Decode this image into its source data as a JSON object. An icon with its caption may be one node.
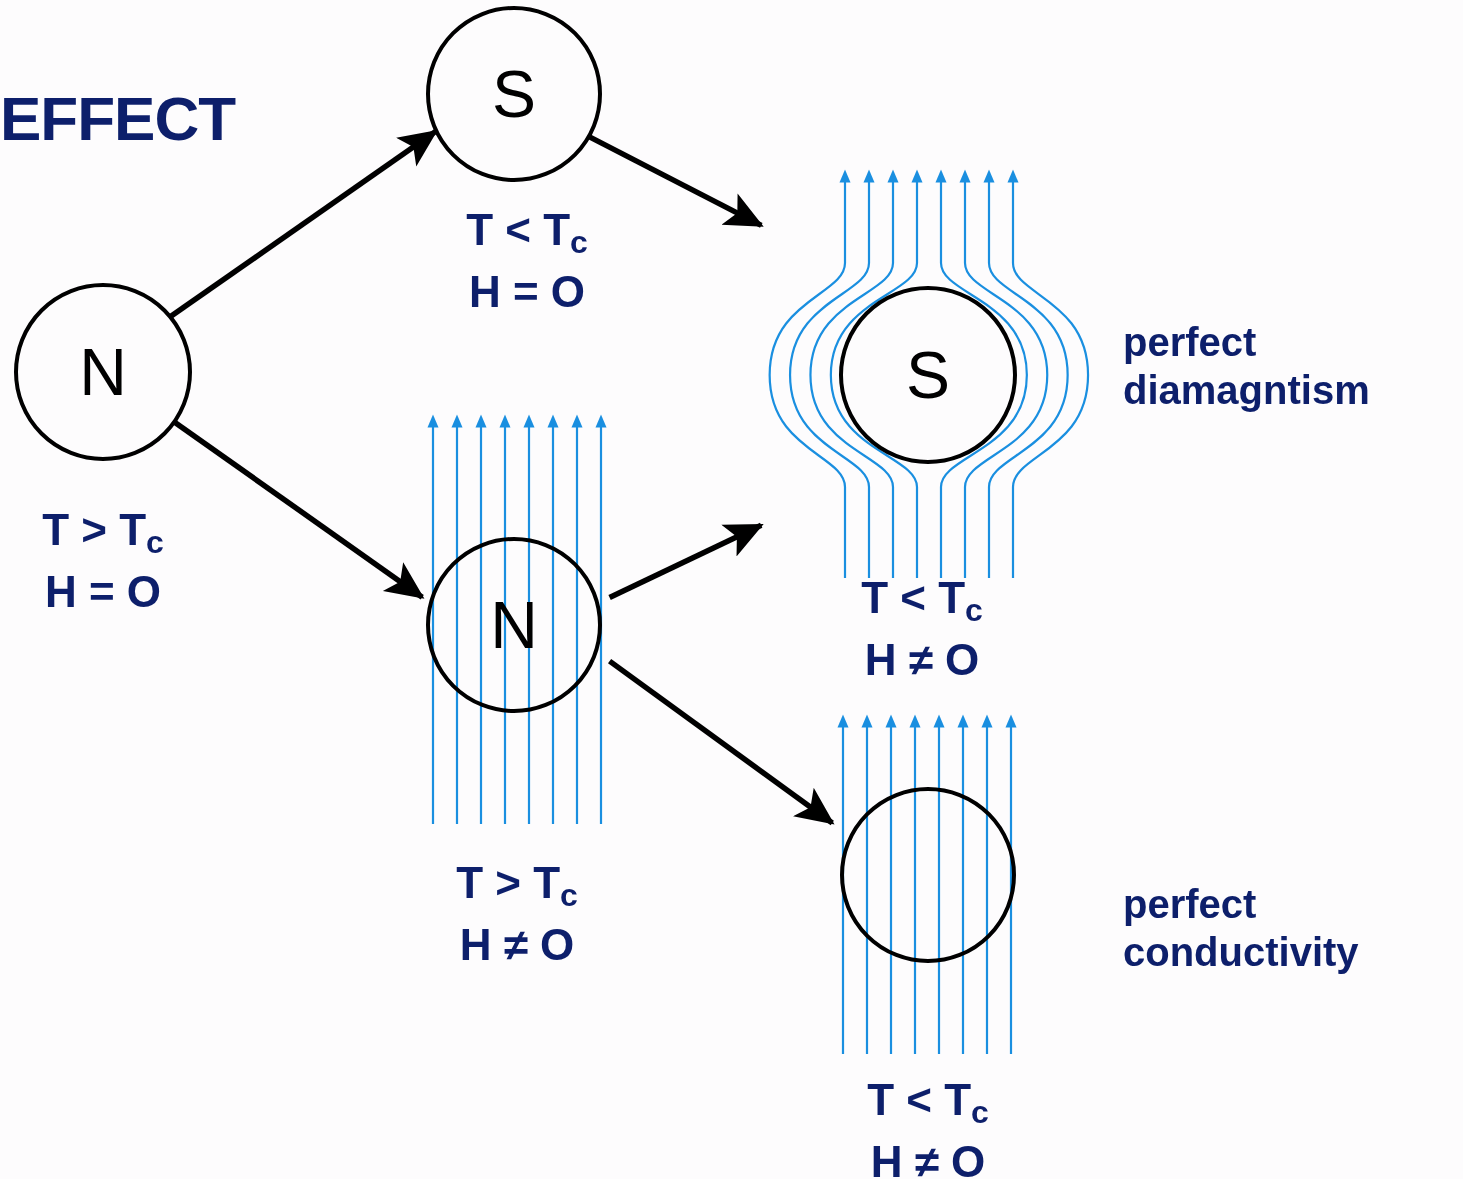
{
  "diagram": {
    "title": "EFFECT",
    "nodes": [
      {
        "text": [
          "N"
        ],
        "beside": [
          "T > T$_{c}$ H = O"
        ]
      },
      {
        "text": [
          "S"
        ],
        "beside": [
          "T < T$_{c}$ H = O"
        ]
      },
      {
        "text": [
          "N"
        ],
        "beside": [
          "T > T$_{c}$ H ≠ O"
        ]
      },
      {
        "text": [
          "S"
        ],
        "beside": [
          "T < T$_{c}$ H ≠ O",
          "perfect diamagntism"
        ]
      },
      {
        "text": [],
        "shape": "circle",
        "beside": [
          "T < T$_{c}$ H ≠ O",
          "perfect conductivity"
        ]
      }
    ],
    "edges": [
      {
        "from": 0,
        "to": 1,
        "arrow": "to"
      },
      {
        "from": 1,
        "to": 3,
        "arrow": "to"
      },
      {
        "from": 0,
        "to": 2,
        "arrow": "to"
      },
      {
        "from": 2,
        "to": 3,
        "arrow": "to"
      },
      {
        "from": 2,
        "to": 4,
        "arrow": "to"
      }
    ]
  }
}
